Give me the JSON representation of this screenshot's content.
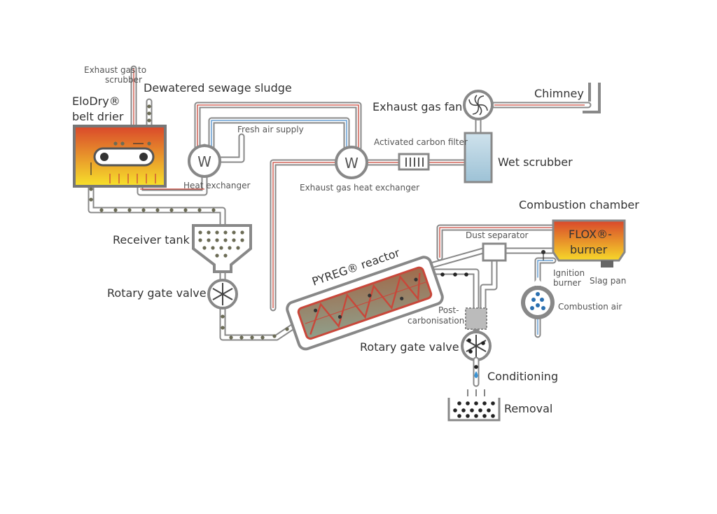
{
  "labels": {
    "exhaust_to_scrubber_1": "Exhaust gas to",
    "exhaust_to_scrubber_2": "scrubber",
    "dewatered": "Dewatered sewage sludge",
    "elodry_1": "EloDry®",
    "elodry_2": "belt drier",
    "fresh_air": "Fresh air supply",
    "heat_exchanger": "Heat exchanger",
    "exhaust_heat_exchanger": "Exhaust gas heat exchanger",
    "activated_carbon": "Activated carbon filter",
    "exhaust_fan": "Exhaust gas fan",
    "chimney": "Chimney",
    "wet_scrubber": "Wet scrubber",
    "combustion_chamber": "Combustion chamber",
    "flox_1": "FLOX®-",
    "flox_2": "burner",
    "dust_separator": "Dust separator",
    "ignition_1": "Ignition",
    "ignition_2": "burner",
    "slag_pan": "Slag pan",
    "combustion_air": "Combustion air",
    "receiver_tank": "Receiver tank",
    "rotary_gate_valve_1": "Rotary gate valve",
    "pyreg_reactor": "PYREG® reactor",
    "post_carb_1": "Post-",
    "post_carb_2": "carbonisation",
    "rotary_gate_valve_2": "Rotary gate valve",
    "conditioning": "Conditioning",
    "removal": "Removal",
    "hx_symbol": "W"
  },
  "colors": {
    "pipe": "#888888",
    "hot_top": "#d9472b",
    "hot_bottom": "#f7e22b",
    "flow_hot": "#c9473a",
    "flow_cold": "#4d8fcc",
    "scrubber": "#b7d3e2",
    "reactor_fill": "#a07a5a"
  },
  "icons": [
    "fan-icon",
    "heat-exchanger-icon",
    "rotary-valve-icon",
    "water-drop-icon",
    "filter-icon"
  ]
}
